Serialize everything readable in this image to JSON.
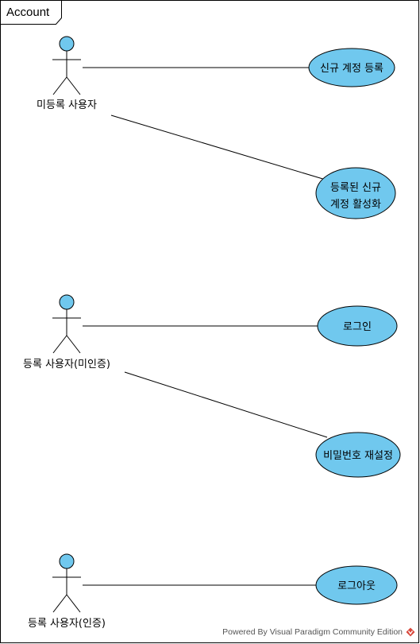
{
  "frame": {
    "title": "Account"
  },
  "actors": [
    {
      "id": "unregistered",
      "label": "미등록 사용자"
    },
    {
      "id": "registered-unverified",
      "label": "등록 사용자(미인증)"
    },
    {
      "id": "registered-verified",
      "label": "등록 사용자(인증)"
    }
  ],
  "use_cases": [
    {
      "id": "register",
      "lines": [
        "신규 계정 등록"
      ]
    },
    {
      "id": "activate",
      "lines": [
        "등록된 신규",
        "계정 활성화"
      ]
    },
    {
      "id": "login",
      "lines": [
        "로그인"
      ]
    },
    {
      "id": "reset-password",
      "lines": [
        "비밀번호 재설정"
      ]
    },
    {
      "id": "logout",
      "lines": [
        "로그아웃"
      ]
    }
  ],
  "colors": {
    "fill": "#70C8EE",
    "stroke": "#000000",
    "logo": "#D9473B"
  },
  "footer": {
    "text": "Powered By Visual Paradigm Community Edition"
  }
}
